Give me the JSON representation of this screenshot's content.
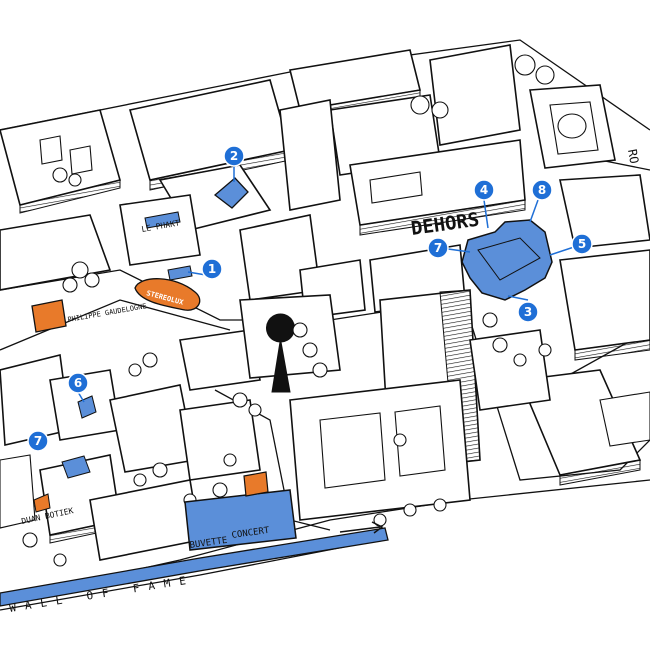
{
  "map": {
    "labels": {
      "dehors": "DEHORS",
      "le_phakt": "LE PHAKT",
      "stereolux": "STEREOLUX",
      "philippe_gaudelogne": "PHILIPPE GAUDELOGNE",
      "duan_botiek": "DUAN BOTIEK",
      "buvette": "BUVETTE",
      "concert": "CONCERT",
      "wall_of_fame": "WALL OF FAME",
      "road": "RO"
    },
    "markers": [
      {
        "number": "1"
      },
      {
        "number": "2"
      },
      {
        "number": "3"
      },
      {
        "number": "4"
      },
      {
        "number": "5"
      },
      {
        "number": "6"
      },
      {
        "number": "7"
      },
      {
        "number": "7"
      },
      {
        "number": "8"
      }
    ],
    "colors": {
      "highlight_blue": "#5b8fd9",
      "marker_blue": "#1f6fd6",
      "highlight_orange": "#e87a2a"
    }
  }
}
